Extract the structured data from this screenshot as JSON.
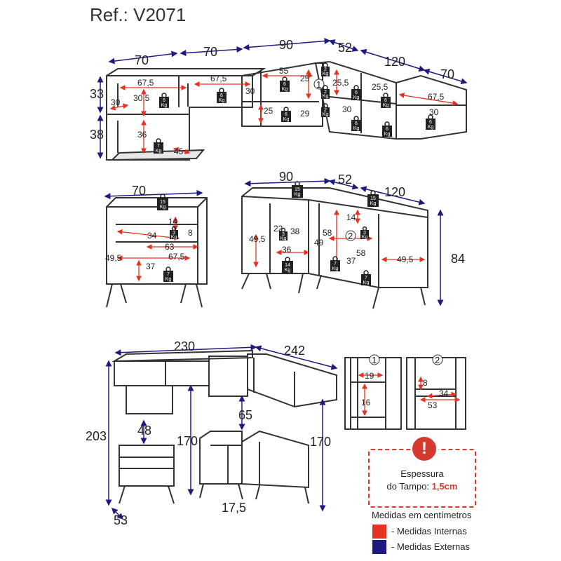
{
  "header": {
    "ref": "Ref.: V2071"
  },
  "dimensions": {
    "top": [
      "70",
      "70",
      "90",
      "52",
      "120",
      "70"
    ],
    "heights": [
      "33",
      "38"
    ],
    "internal": [
      "67,5",
      "67,5",
      "55",
      "25",
      "25,5",
      "25,5",
      "67,5",
      "30,5",
      "30",
      "30",
      "25",
      "29",
      "30",
      "30",
      "36",
      "45"
    ],
    "mid_left": [
      "70",
      "14",
      "34",
      "8",
      "63",
      "49,5",
      "67,5",
      "37"
    ],
    "mid_right": [
      "90",
      "52",
      "120",
      "14",
      "22",
      "38",
      "58",
      "49,5",
      "49",
      "36",
      "58",
      "37",
      "49,5",
      "84"
    ],
    "bottom": [
      "230",
      "242",
      "65",
      "203",
      "48",
      "170",
      "170",
      "53",
      "17,5"
    ],
    "detail1": [
      "19",
      "16"
    ],
    "detail2": [
      "8",
      "34",
      "53"
    ],
    "markers": [
      "1",
      "2"
    ]
  },
  "weights": {
    "w2": [
      "2",
      "Kg"
    ],
    "w6": [
      "6",
      "Kg"
    ],
    "w7": [
      "7",
      "Kg"
    ],
    "w3": [
      "3",
      "Kg"
    ],
    "w15": [
      "15",
      "Kg"
    ],
    "w14": [
      "14",
      "Kg"
    ]
  },
  "info": {
    "label_line1": "Espessura",
    "label_line2": "do Tampo:",
    "value": "1,5cm"
  },
  "legend": {
    "title": "Medidas em centímetros",
    "internal": "- Medidas Internas",
    "external": "- Medidas Externas",
    "internal_color": "#e53222",
    "external_color": "#1f1a80"
  }
}
